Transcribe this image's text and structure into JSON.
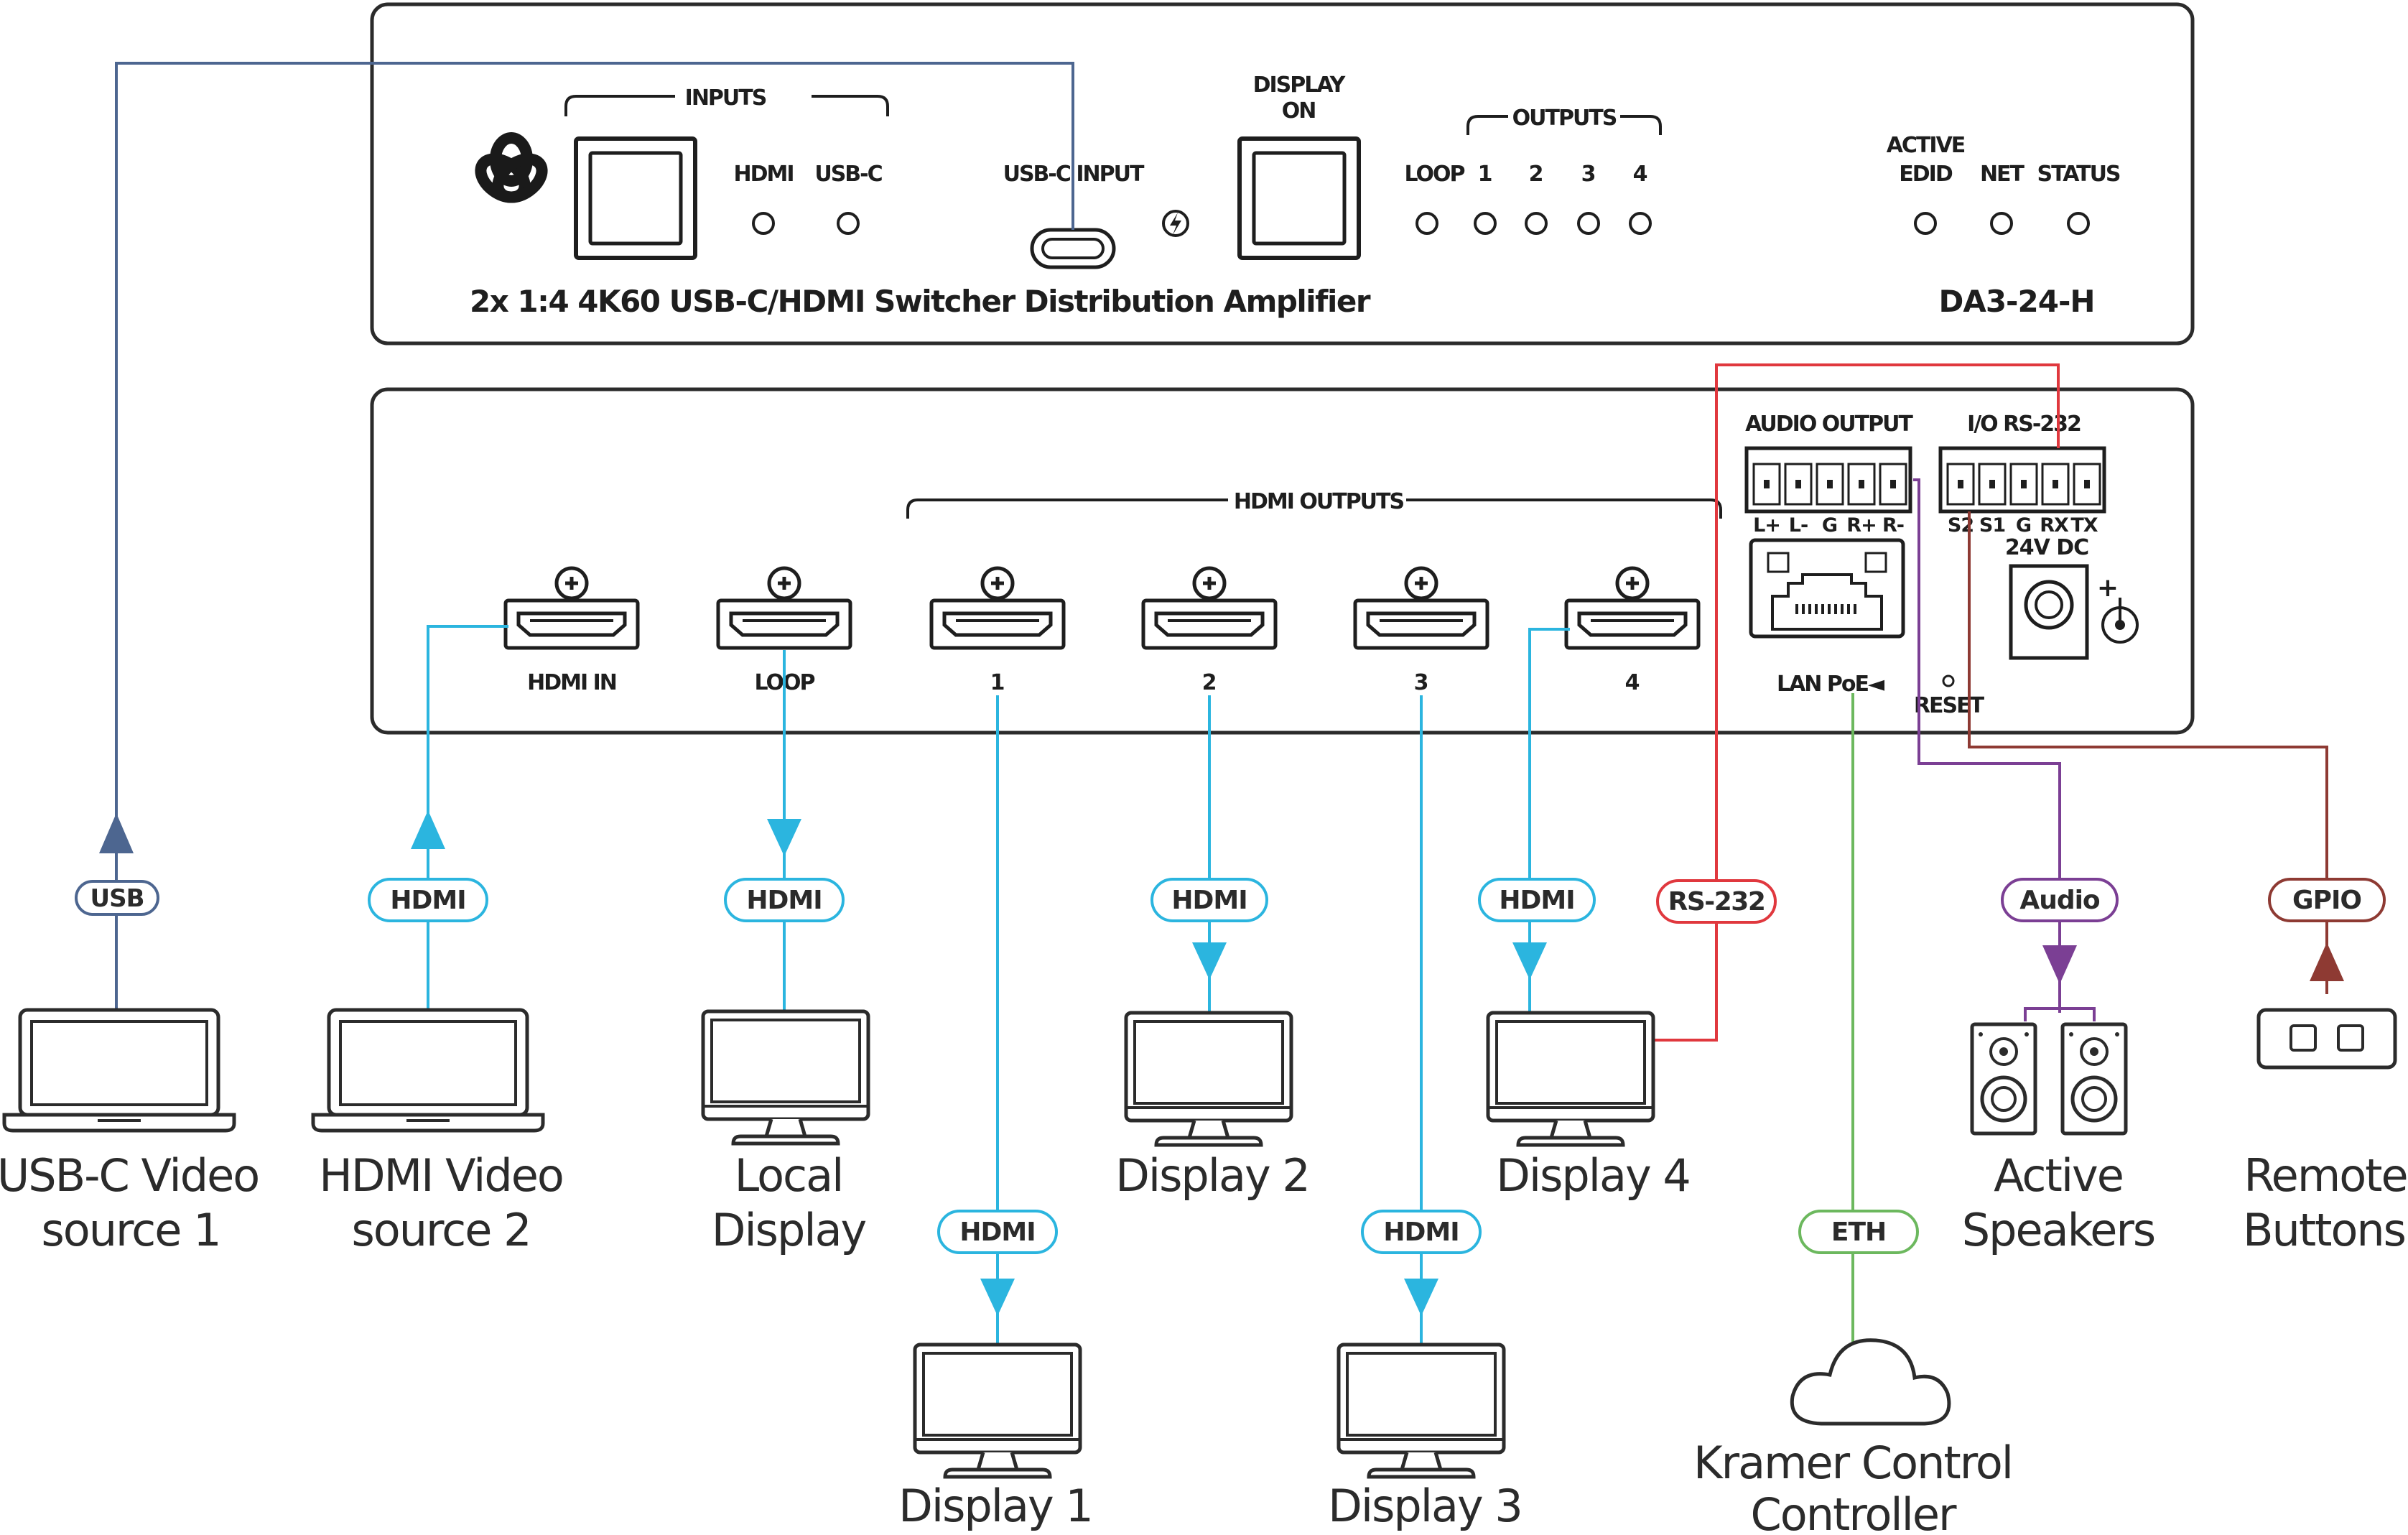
{
  "front_panel": {
    "inputs_header": "INPUTS",
    "hdmi_label": "HDMI",
    "usbc_label": "USB-C",
    "usbc_input_label": "USB-C INPUT",
    "display_on_line1": "DISPLAY",
    "display_on_line2": "ON",
    "outputs_header": "OUTPUTS",
    "output_labels": [
      "LOOP",
      "1",
      "2",
      "3",
      "4"
    ],
    "active_edid_line1": "ACTIVE",
    "active_edid_line2": "EDID",
    "net_label": "NET",
    "status_label": "STATUS",
    "product_name": "2x 1:4 4K60 USB-C/HDMI Switcher Distribution Amplifier",
    "model": "DA3-24-H"
  },
  "rear_panel": {
    "hdmi_outputs_header": "HDMI OUTPUTS",
    "port_labels": [
      "HDMI IN",
      "LOOP",
      "1",
      "2",
      "3",
      "4"
    ],
    "audio_output_label": "AUDIO OUTPUT",
    "audio_pins": [
      "L+",
      "L-",
      "G",
      "R+",
      "R-"
    ],
    "io_label": "I/O RS-232",
    "io_pins": [
      "S2",
      "S1",
      "G",
      "RX",
      "TX"
    ],
    "power_label": "24V DC",
    "plus_sign": "+",
    "lan_label": "LAN PoE◄",
    "reset_label": "RESET"
  },
  "connections": {
    "usb": "USB",
    "hdmi": "HDMI",
    "rs232": "RS-232",
    "audio": "Audio",
    "gpio": "GPIO",
    "eth": "ETH"
  },
  "devices": {
    "usbc_source": [
      "USB-C Video",
      "source 1"
    ],
    "hdmi_source": [
      "HDMI Video",
      "source 2"
    ],
    "local_display": [
      "Local",
      "Display"
    ],
    "display1": "Display 1",
    "display2": "Display 2",
    "display3": "Display 3",
    "display4": "Display 4",
    "speakers": [
      "Active",
      "Speakers"
    ],
    "remote_buttons": [
      "Remote",
      "Buttons"
    ],
    "controller": [
      "Kramer Control",
      "Controller"
    ]
  },
  "colors": {
    "hdmi": "#2bb5df",
    "usb": "#4d6690",
    "rs232": "#e0383e",
    "audio": "#7b3f94",
    "gpio": "#8e3a33",
    "eth": "#6cb85e",
    "outline": "#222222",
    "text": "#2b2b2b"
  }
}
